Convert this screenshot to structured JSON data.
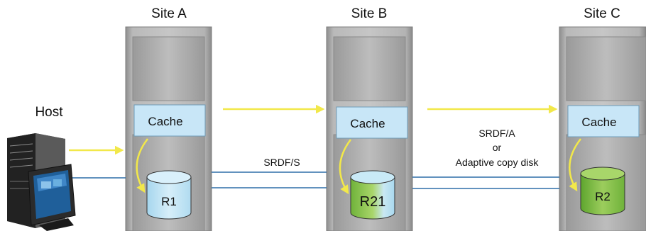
{
  "sites": {
    "a": {
      "title": "Site A",
      "cache": "Cache",
      "disk": "R1"
    },
    "b": {
      "title": "Site B",
      "cache": "Cache",
      "disk": "R21"
    },
    "c": {
      "title": "Site C",
      "cache": "Cache",
      "disk": "R2"
    }
  },
  "host": {
    "label": "Host"
  },
  "links": {
    "ab": {
      "label": "SRDF/S"
    },
    "bc": {
      "label_lines": [
        "SRDF/A",
        "or",
        "Adaptive copy disk"
      ]
    }
  },
  "colors": {
    "arrow_yellow": "#f2e84a",
    "link_blue": "#2e6fa8",
    "cache_fill": "#c8e6f7",
    "disk_blue": "#bfe3f5",
    "disk_green": "#7fbf3f",
    "cabinet_gray": "#a9a9a9"
  },
  "icons": [
    "server-icon",
    "monitor-icon",
    "disk-icon",
    "cache-icon"
  ]
}
